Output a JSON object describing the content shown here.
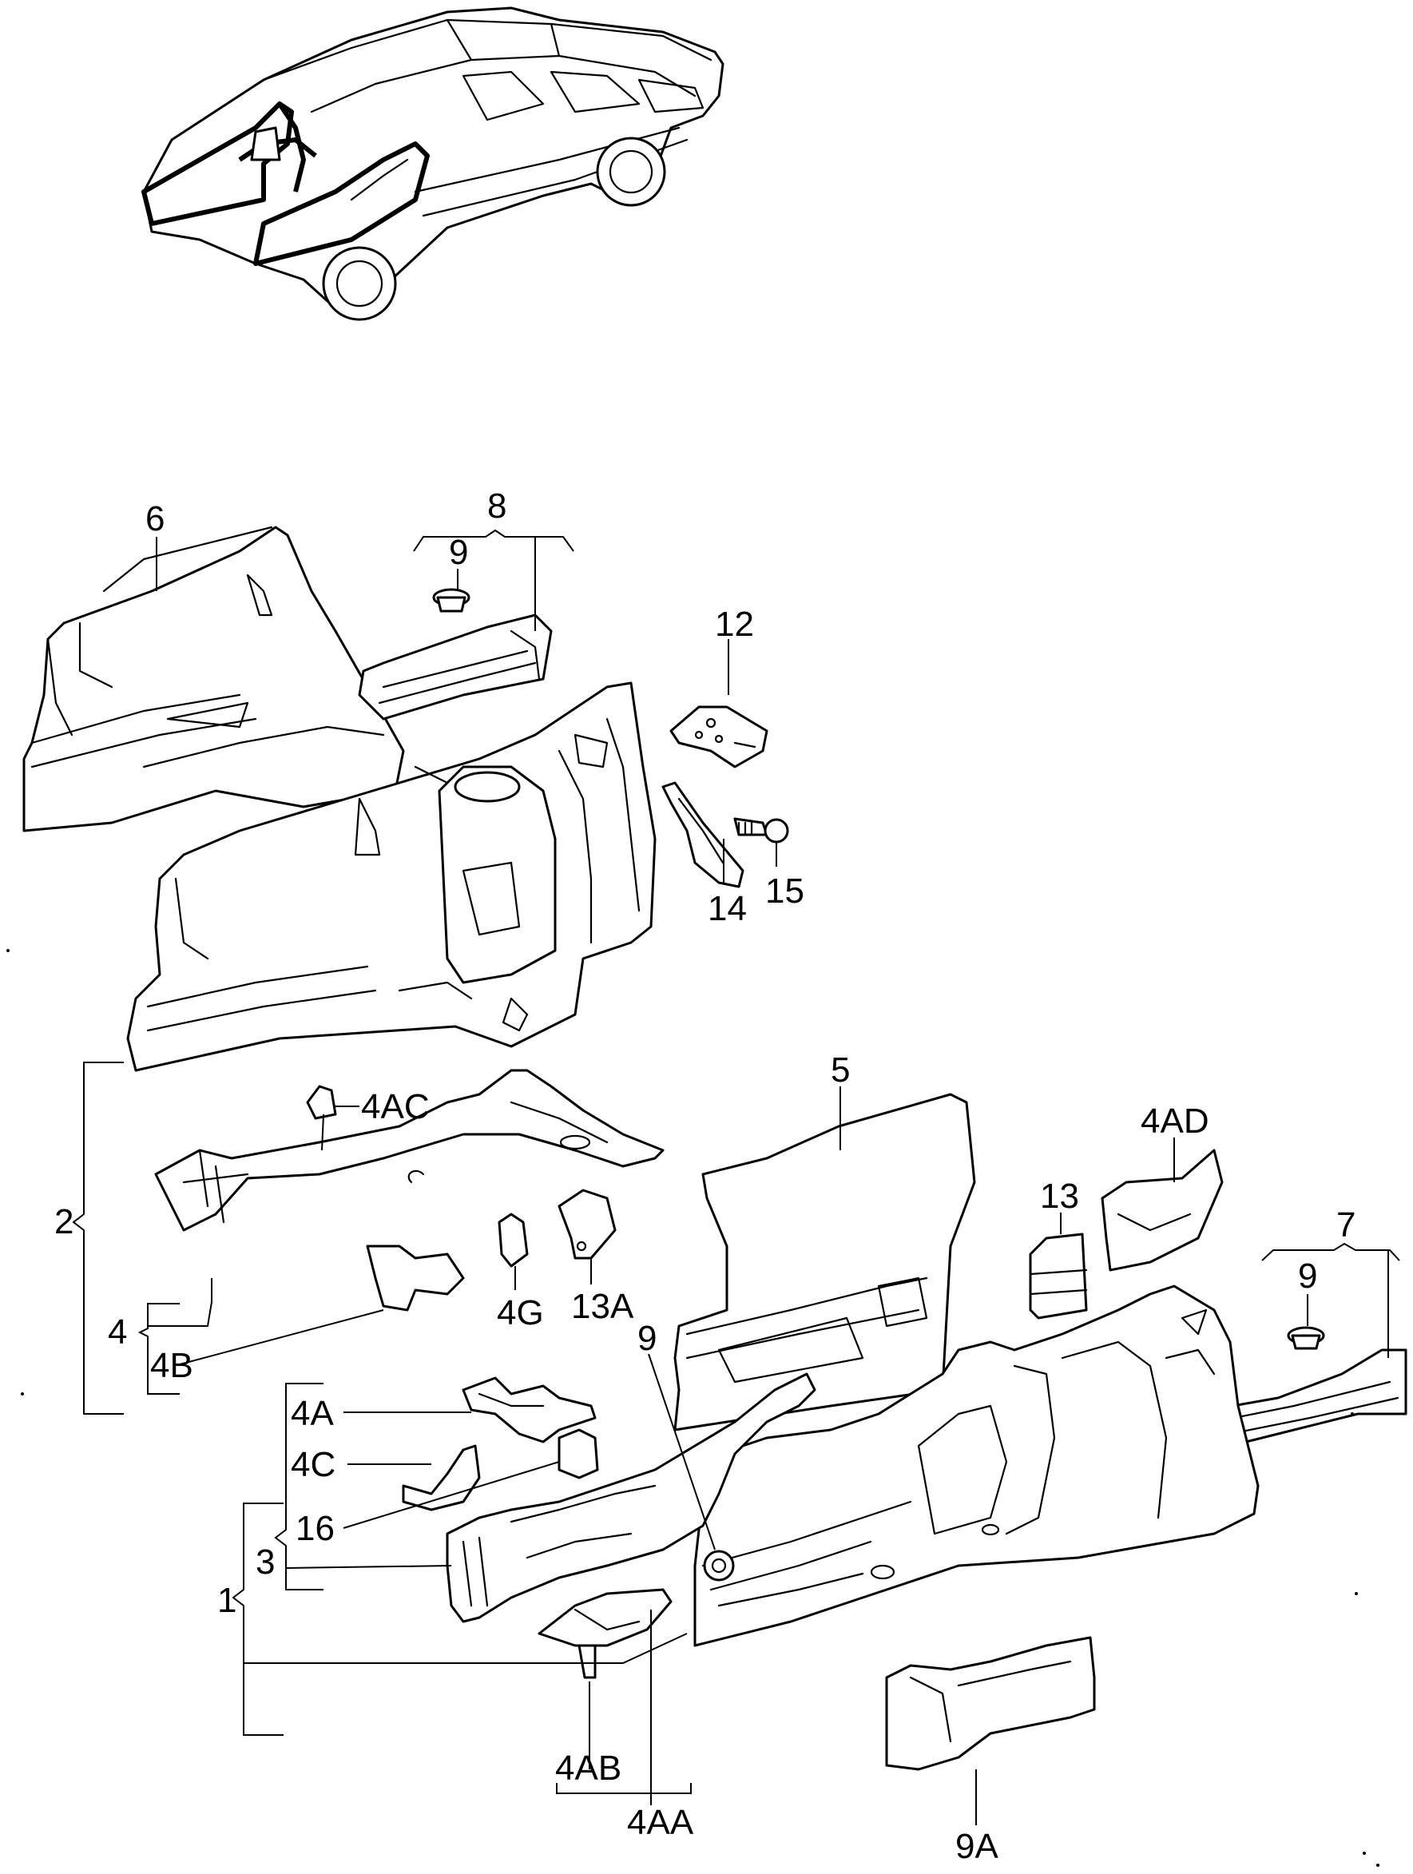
{
  "diagram": {
    "labels": {
      "l1": "1",
      "l2": "2",
      "l3": "3",
      "l4": "4",
      "l4A": "4A",
      "l4AA": "4AA",
      "l4AB": "4AB",
      "l4AC": "4AC",
      "l4AD": "4AD",
      "l4B": "4B",
      "l4C": "4C",
      "l4G": "4G",
      "l5": "5",
      "l6": "6",
      "l7": "7",
      "l8": "8",
      "l9a": "9",
      "l9b": "9",
      "l9c": "9",
      "l9A": "9A",
      "l12": "12",
      "l13": "13",
      "l13A": "13A",
      "l14": "14",
      "l15": "15",
      "l16": "16"
    }
  }
}
